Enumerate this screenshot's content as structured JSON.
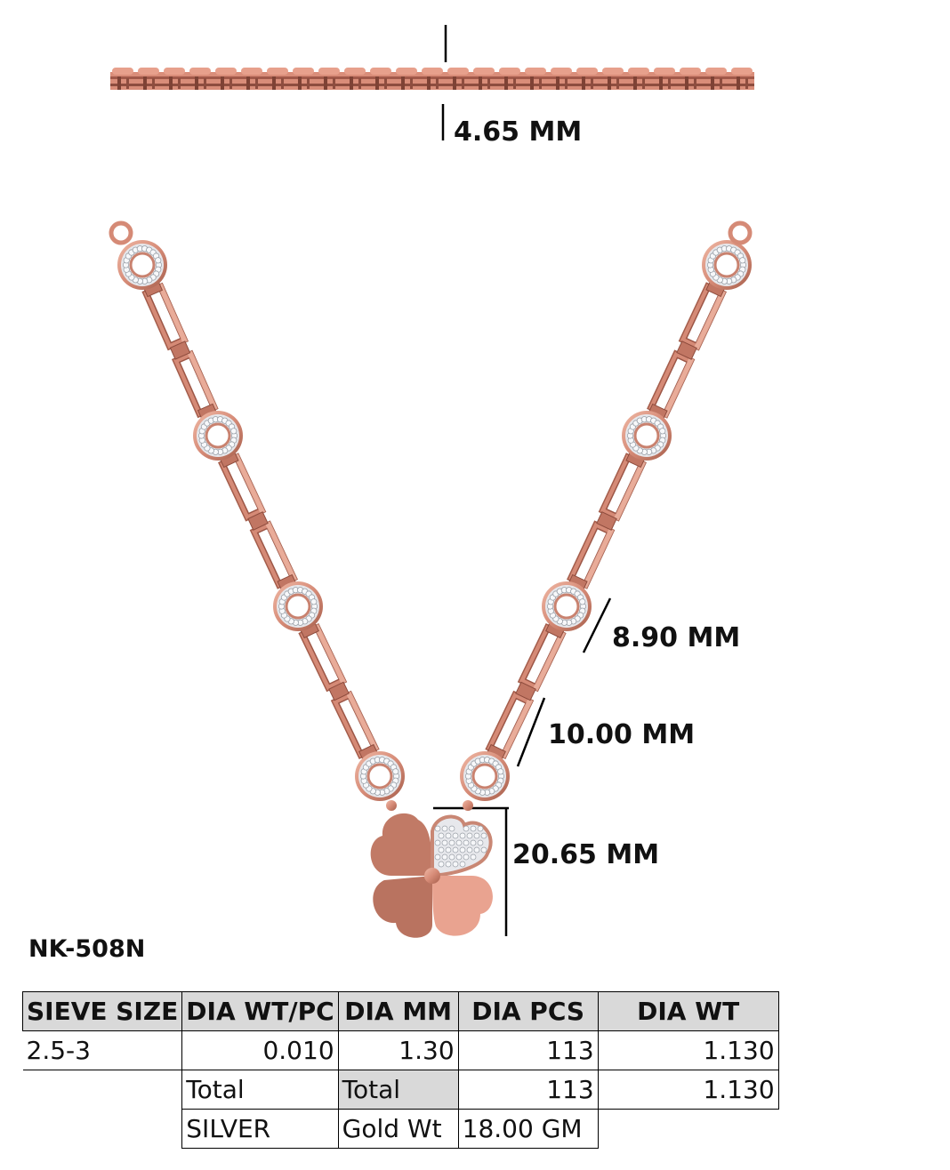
{
  "dimensions": {
    "clasp_height": "4.65 MM",
    "ring_diameter": "8.90 MM",
    "link_length": "10.00 MM",
    "pendant_height": "20.65 MM"
  },
  "product_code": "NK-508N",
  "table": {
    "headers": [
      "SIEVE SIZE",
      "DIA WT/PC",
      "DIA MM",
      "DIA PCS",
      "DIA WT"
    ],
    "row": {
      "sieve_size": "2.5-3",
      "dia_wt_pc": "0.010",
      "dia_mm": "1.30",
      "dia_pcs": "113",
      "dia_wt": "1.130"
    },
    "total_row": {
      "label1": "Total",
      "label2": "Total",
      "dia_pcs": "113",
      "dia_wt": "1.130"
    },
    "metal_row": {
      "metal": "SILVER",
      "gold_wt_label": "Gold Wt",
      "gold_wt_value": "18.00 GM"
    }
  },
  "colors": {
    "rose_gold": "#d9907e",
    "rose_gold_dark": "#a8624f",
    "rose_gold_light": "#efb5a3",
    "diamond": "#e4e6ea"
  }
}
